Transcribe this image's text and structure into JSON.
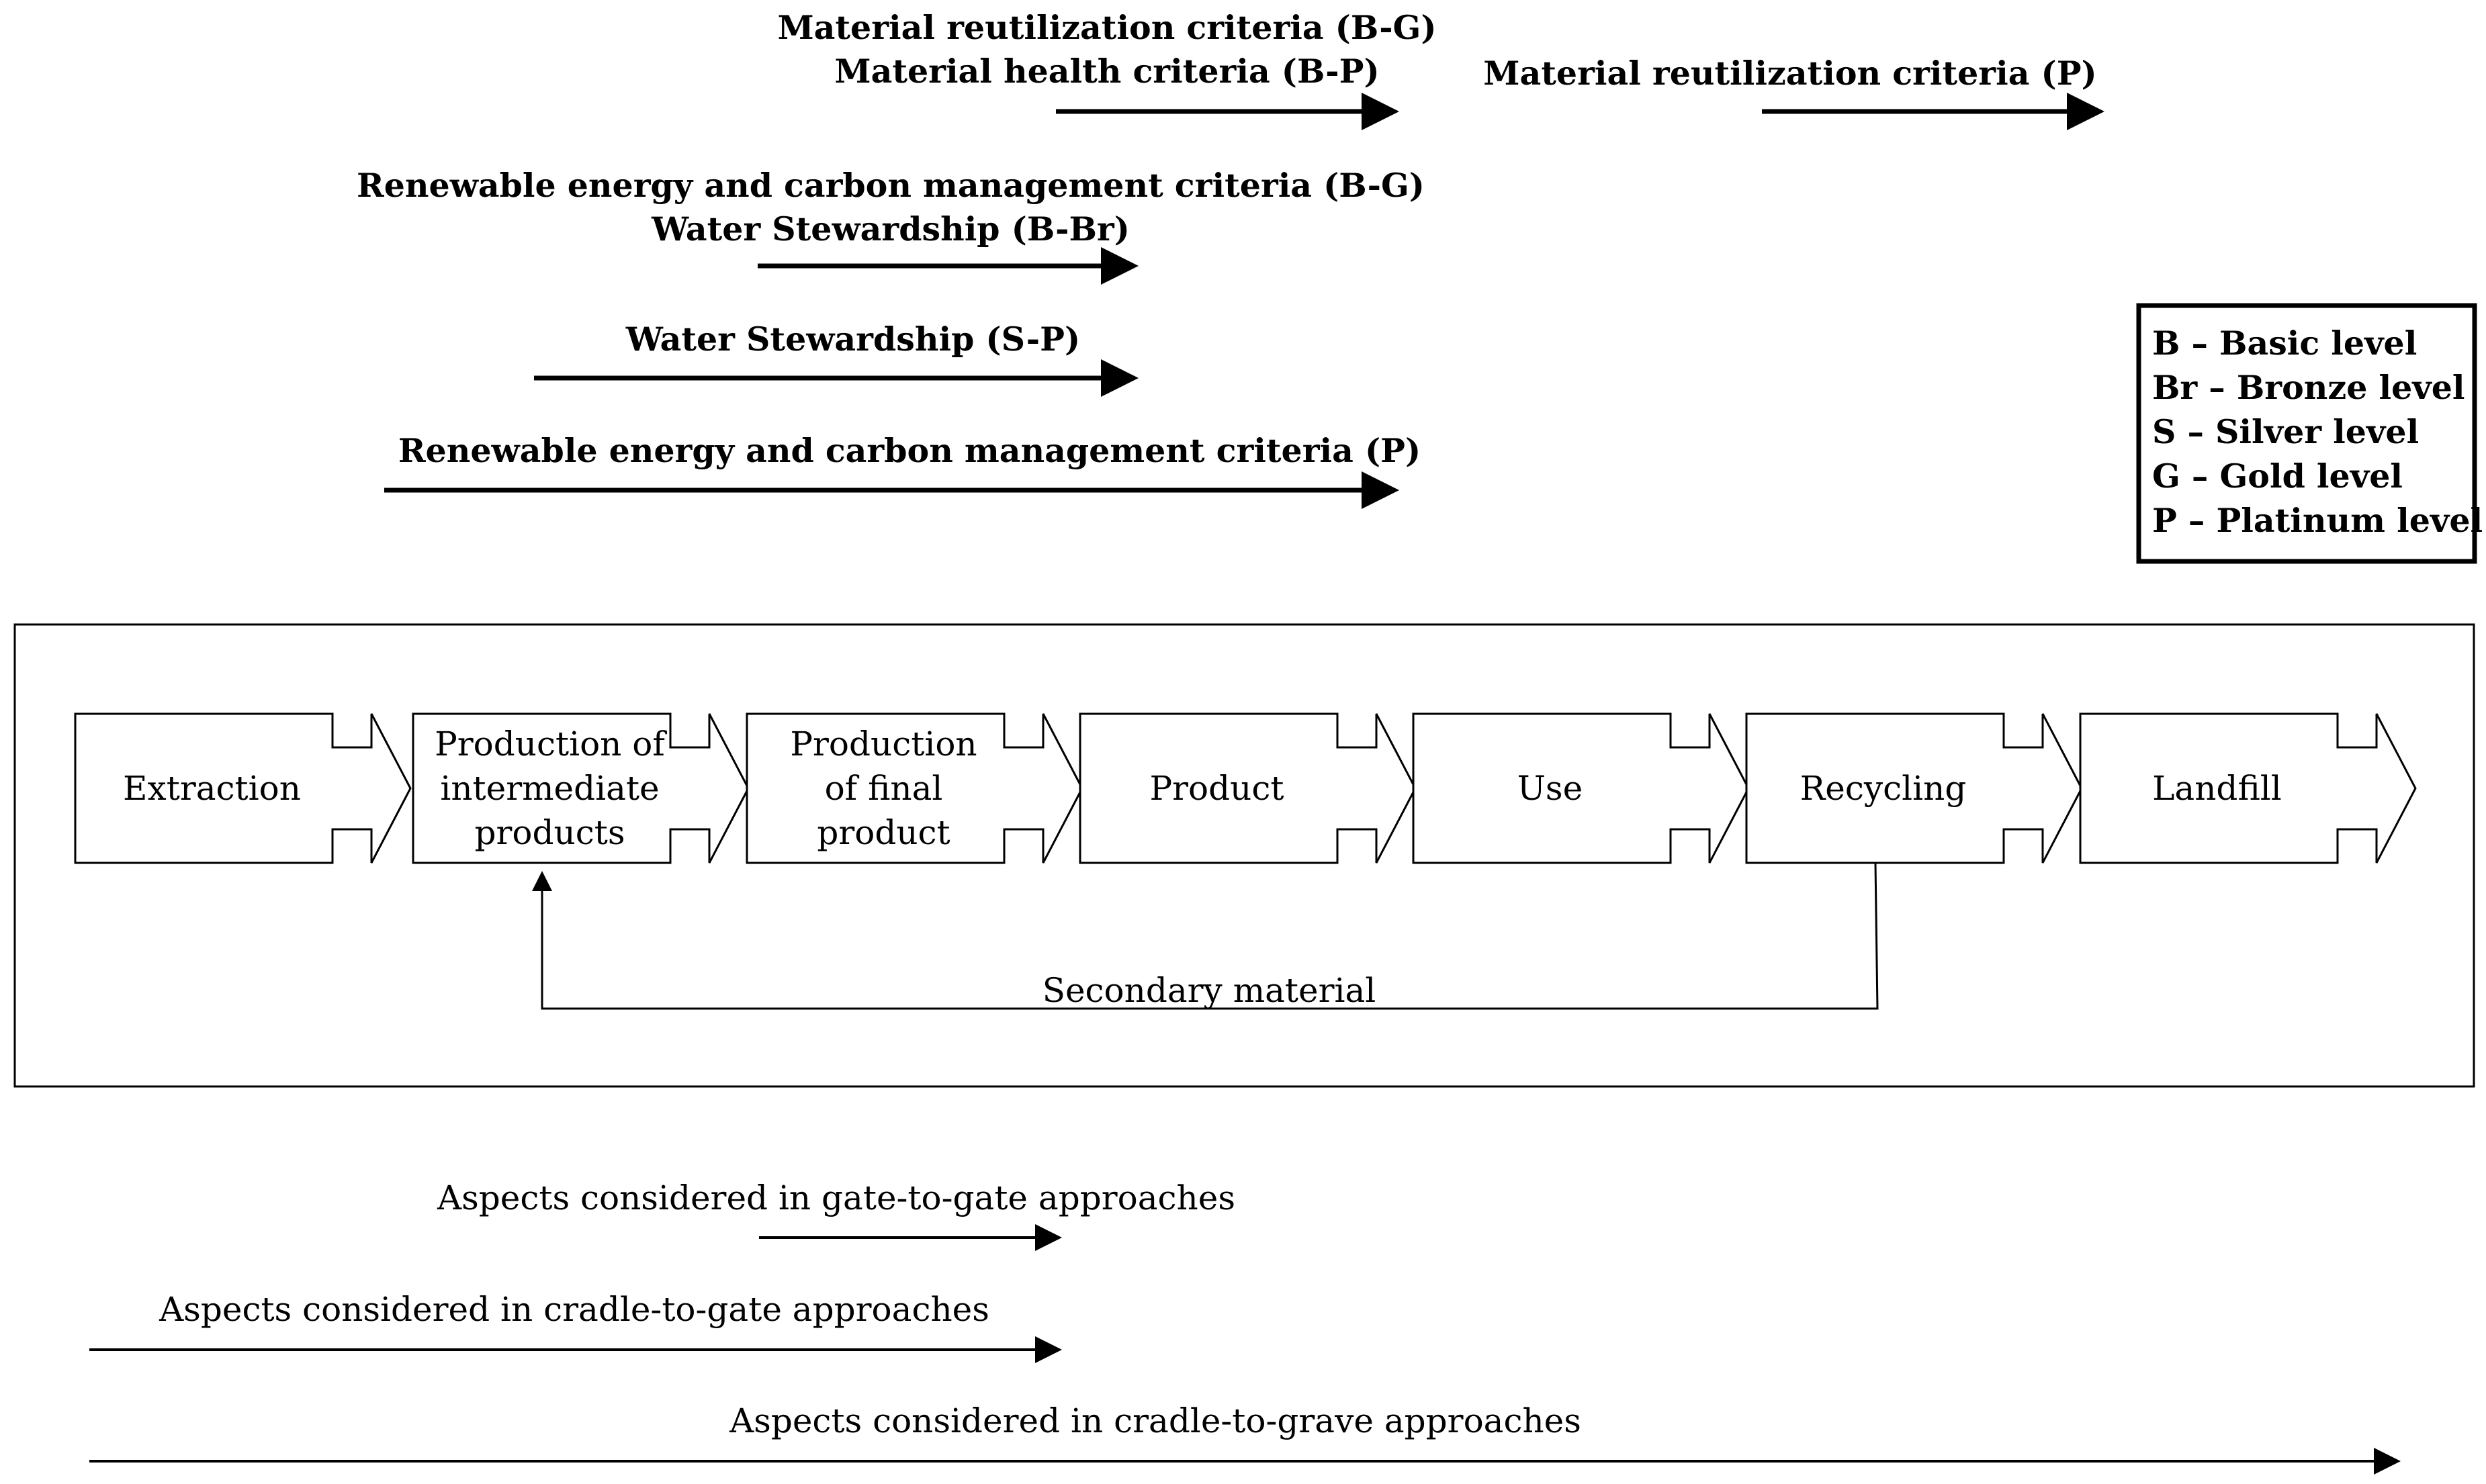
{
  "criteria": [
    {
      "label": "Material reutilization criteria (B-G)"
    },
    {
      "label": "Material health criteria (B-P)"
    },
    {
      "label": "Material reutilization criteria (P)"
    },
    {
      "label": "Renewable energy and carbon management criteria (B-G)"
    },
    {
      "label": "Water Stewardship (B-Br)"
    },
    {
      "label": "Water Stewardship (S-P)"
    },
    {
      "label": "Renewable energy and carbon management criteria (P)"
    }
  ],
  "legend": {
    "items": [
      "B – Basic level",
      "Br – Bronze level",
      "S – Silver level",
      "G – Gold level",
      "P – Platinum level"
    ]
  },
  "stages": [
    {
      "lines": [
        "Extraction"
      ]
    },
    {
      "lines": [
        "Production of",
        "intermediate",
        "products"
      ]
    },
    {
      "lines": [
        "Production",
        "of final",
        "product"
      ]
    },
    {
      "lines": [
        "Product"
      ]
    },
    {
      "lines": [
        "Use"
      ]
    },
    {
      "lines": [
        "Recycling"
      ]
    },
    {
      "lines": [
        "Landfill"
      ]
    }
  ],
  "feedback": {
    "label": "Secondary material"
  },
  "scopes": [
    {
      "label": "Aspects considered in gate-to-gate approaches"
    },
    {
      "label": "Aspects considered in cradle-to-gate approaches"
    },
    {
      "label": "Aspects considered in cradle-to-grave approaches"
    }
  ]
}
